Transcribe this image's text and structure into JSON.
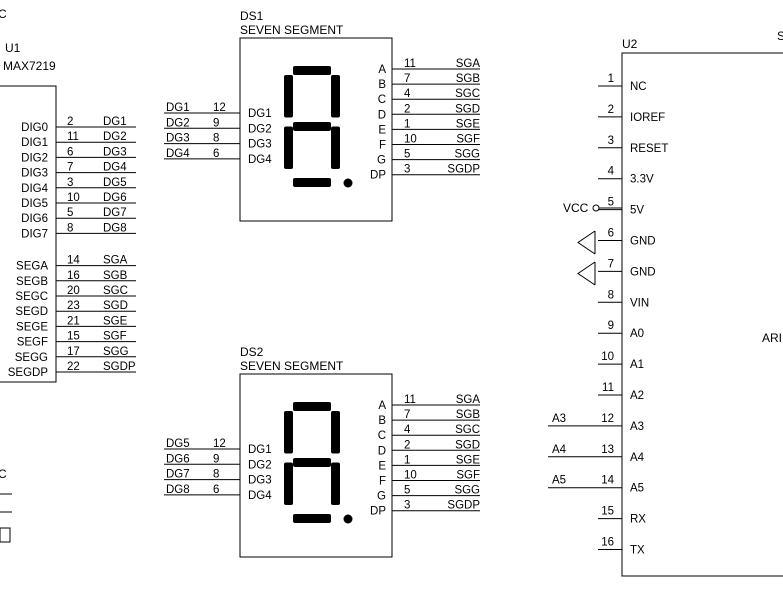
{
  "u1": {
    "ref": "U1",
    "part": "MAX7219",
    "pins": [
      {
        "name": "DIG0",
        "num": "2",
        "net": "DG1"
      },
      {
        "name": "DIG1",
        "num": "11",
        "net": "DG2"
      },
      {
        "name": "DIG2",
        "num": "6",
        "net": "DG3"
      },
      {
        "name": "DIG3",
        "num": "7",
        "net": "DG4"
      },
      {
        "name": "DIG4",
        "num": "3",
        "net": "DG5"
      },
      {
        "name": "DIG5",
        "num": "10",
        "net": "DG6"
      },
      {
        "name": "DIG6",
        "num": "5",
        "net": "DG7"
      },
      {
        "name": "DIG7",
        "num": "8",
        "net": "DG8"
      },
      {
        "name": "SEGA",
        "num": "14",
        "net": "SGA"
      },
      {
        "name": "SEGB",
        "num": "16",
        "net": "SGB"
      },
      {
        "name": "SEGC",
        "num": "20",
        "net": "SGC"
      },
      {
        "name": "SEGD",
        "num": "23",
        "net": "SGD"
      },
      {
        "name": "SEGE",
        "num": "21",
        "net": "SGE"
      },
      {
        "name": "SEGF",
        "num": "15",
        "net": "SGF"
      },
      {
        "name": "SEGG",
        "num": "17",
        "net": "SGG"
      },
      {
        "name": "SEGDP",
        "num": "22",
        "net": "SGDP"
      }
    ]
  },
  "ds1": {
    "ref": "DS1",
    "part": "SEVEN SEGMENT",
    "left_pins": [
      {
        "net": "DG1",
        "num": "12",
        "name": "DG1"
      },
      {
        "net": "DG2",
        "num": "9",
        "name": "DG2"
      },
      {
        "net": "DG3",
        "num": "8",
        "name": "DG3"
      },
      {
        "net": "DG4",
        "num": "6",
        "name": "DG4"
      }
    ],
    "right_pins": [
      {
        "name": "A",
        "num": "11",
        "net": "SGA"
      },
      {
        "name": "B",
        "num": "7",
        "net": "SGB"
      },
      {
        "name": "C",
        "num": "4",
        "net": "SGC"
      },
      {
        "name": "D",
        "num": "2",
        "net": "SGD"
      },
      {
        "name": "E",
        "num": "1",
        "net": "SGE"
      },
      {
        "name": "F",
        "num": "10",
        "net": "SGF"
      },
      {
        "name": "G",
        "num": "5",
        "net": "SGG"
      },
      {
        "name": "DP",
        "num": "3",
        "net": "SGDP"
      }
    ]
  },
  "ds2": {
    "ref": "DS2",
    "part": "SEVEN SEGMENT",
    "left_pins": [
      {
        "net": "DG5",
        "num": "12",
        "name": "DG1"
      },
      {
        "net": "DG6",
        "num": "9",
        "name": "DG2"
      },
      {
        "net": "DG7",
        "num": "8",
        "name": "DG3"
      },
      {
        "net": "DG8",
        "num": "6",
        "name": "DG4"
      }
    ],
    "right_pins": [
      {
        "name": "A",
        "num": "11",
        "net": "SGA"
      },
      {
        "name": "B",
        "num": "7",
        "net": "SGB"
      },
      {
        "name": "C",
        "num": "4",
        "net": "SGC"
      },
      {
        "name": "D",
        "num": "2",
        "net": "SGD"
      },
      {
        "name": "E",
        "num": "1",
        "net": "SGE"
      },
      {
        "name": "F",
        "num": "10",
        "net": "SGF"
      },
      {
        "name": "G",
        "num": "5",
        "net": "SGG"
      },
      {
        "name": "DP",
        "num": "3",
        "net": "SGDP"
      }
    ]
  },
  "u2": {
    "ref": "U2",
    "part_fragment": "ARI",
    "corner_fragment": "S",
    "vcc_label": "VCC",
    "pins": [
      {
        "num": "1",
        "name": "NC"
      },
      {
        "num": "2",
        "name": "IOREF"
      },
      {
        "num": "3",
        "name": "RESET"
      },
      {
        "num": "4",
        "name": "3.3V"
      },
      {
        "num": "5",
        "name": "5V"
      },
      {
        "num": "6",
        "name": "GND"
      },
      {
        "num": "7",
        "name": "GND"
      },
      {
        "num": "8",
        "name": "VIN"
      },
      {
        "num": "9",
        "name": "A0"
      },
      {
        "num": "10",
        "name": "A1"
      },
      {
        "num": "11",
        "name": "A2"
      },
      {
        "num": "12",
        "name": "A3",
        "net": "A3"
      },
      {
        "num": "13",
        "name": "A4",
        "net": "A4"
      },
      {
        "num": "14",
        "name": "A5",
        "net": "A5"
      },
      {
        "num": "15",
        "name": "RX"
      },
      {
        "num": "16",
        "name": "TX"
      }
    ]
  },
  "fragments": {
    "top_left": "C",
    "bottom_left": "C"
  }
}
